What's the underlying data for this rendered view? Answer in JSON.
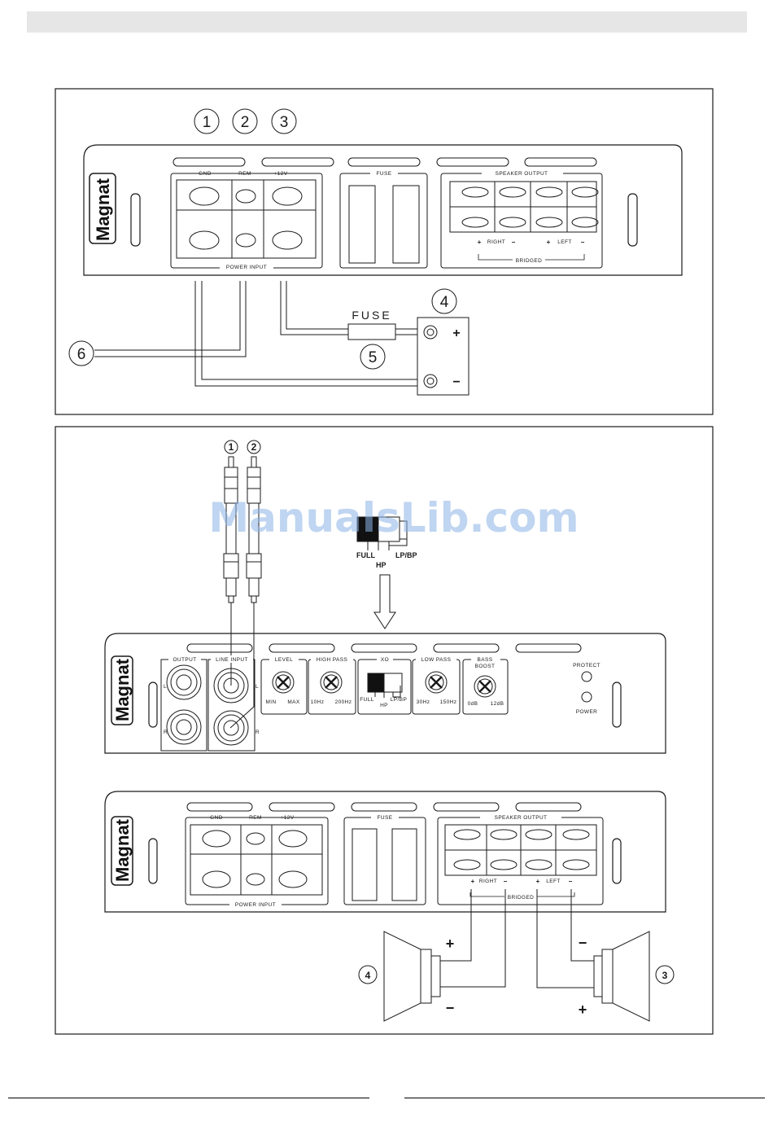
{
  "header_bar": "",
  "watermark": "ManualsLib.com",
  "brand": "Magnat",
  "panel1": {
    "callouts": [
      "1",
      "2",
      "3",
      "4",
      "5",
      "6"
    ],
    "terminal_labels": {
      "gnd": "GND",
      "rem": "REM",
      "plus12v": "+12V"
    },
    "power_input": "POWER INPUT",
    "fuse_block": "FUSE",
    "speaker_output": "SPEAKER OUTPUT",
    "right": "RIGHT",
    "left": "LEFT",
    "bridged": "BRIDGED",
    "fuse_label": "FUSE",
    "battery_plus": "+",
    "battery_minus": "−",
    "plus_sign": "+",
    "minus_sign": "−"
  },
  "panel2": {
    "callouts": [
      "1",
      "2",
      "3",
      "4"
    ],
    "xo_options": {
      "full": "FULL",
      "hp": "HP",
      "lpbp": "LP/BP"
    },
    "output": "OUTPUT",
    "line_input": "LINE INPUT",
    "side_l": "L",
    "side_r": "R",
    "level": {
      "title": "LEVEL",
      "min": "MIN",
      "max": "MAX"
    },
    "high_pass": {
      "title": "HIGH PASS",
      "min": "10Hz",
      "max": "200Hz"
    },
    "xo": {
      "title": "XO",
      "full": "FULL",
      "hp": "HP",
      "lpbp": "LP/BP"
    },
    "low_pass": {
      "title": "LOW PASS",
      "min": "30Hz",
      "max": "150Hz"
    },
    "bass_boost": {
      "title1": "BASS",
      "title2": "BOOST",
      "min": "0dB",
      "max": "12dB"
    },
    "protect": "PROTECT",
    "power": "POWER",
    "terminal_labels": {
      "gnd": "GND",
      "rem": "REM",
      "plus12v": "+12V"
    },
    "power_input": "POWER INPUT",
    "fuse_block": "FUSE",
    "speaker_output": "SPEAKER OUTPUT",
    "right": "RIGHT",
    "left": "LEFT",
    "bridged": "BRIDGED",
    "speaker4_plus": "+",
    "speaker4_minus": "−",
    "speaker3_plus": "+",
    "speaker3_minus": "−",
    "plus_sign": "+",
    "minus_sign": "−"
  }
}
